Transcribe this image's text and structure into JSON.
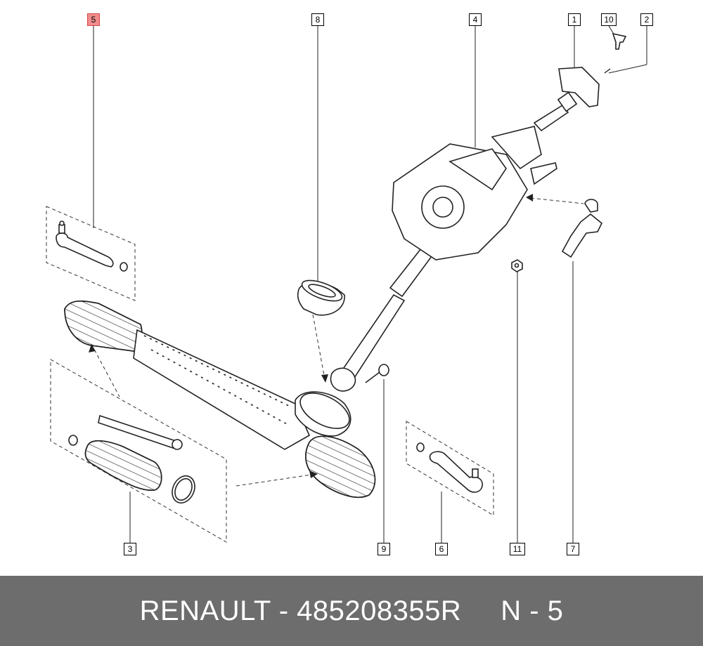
{
  "callouts": [
    {
      "id": "5",
      "highlighted": true
    },
    {
      "id": "8",
      "highlighted": false
    },
    {
      "id": "4",
      "highlighted": false
    },
    {
      "id": "1",
      "highlighted": false
    },
    {
      "id": "10",
      "highlighted": false
    },
    {
      "id": "2",
      "highlighted": false
    },
    {
      "id": "3",
      "highlighted": false
    },
    {
      "id": "9",
      "highlighted": false
    },
    {
      "id": "6",
      "highlighted": false
    },
    {
      "id": "11",
      "highlighted": false
    },
    {
      "id": "7",
      "highlighted": false
    }
  ],
  "highlight_color": "#f08c8c",
  "footer": {
    "brand_part": "RENAULT - 485208355R",
    "item_ref": "N - 5",
    "background": "#6d6d6d"
  }
}
